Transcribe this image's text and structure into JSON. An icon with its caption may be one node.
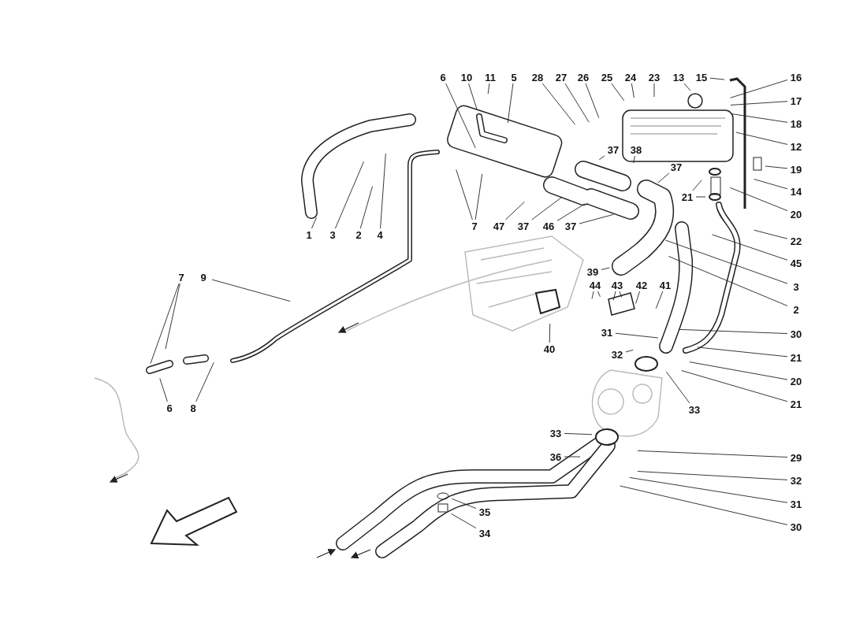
{
  "diagram": {
    "nodes": [
      {
        "text": [
          "6"
        ]
      },
      {
        "text": [
          "10"
        ]
      },
      {
        "text": [
          "11"
        ]
      },
      {
        "text": [
          "5"
        ]
      },
      {
        "text": [
          "28"
        ]
      },
      {
        "text": [
          "27"
        ]
      },
      {
        "text": [
          "26"
        ]
      },
      {
        "text": [
          "25"
        ]
      },
      {
        "text": [
          "24"
        ]
      },
      {
        "text": [
          "23"
        ]
      },
      {
        "text": [
          "13"
        ]
      },
      {
        "text": [
          "15"
        ]
      },
      {
        "text": [
          "16"
        ]
      },
      {
        "text": [
          "17"
        ]
      },
      {
        "text": [
          "18"
        ]
      },
      {
        "text": [
          "12"
        ]
      },
      {
        "text": [
          "37"
        ]
      },
      {
        "text": [
          "38"
        ]
      },
      {
        "text": [
          "37"
        ]
      },
      {
        "text": [
          "21"
        ]
      },
      {
        "text": [
          "19"
        ]
      },
      {
        "text": [
          "14"
        ]
      },
      {
        "text": [
          "20"
        ]
      },
      {
        "text": [
          "1"
        ]
      },
      {
        "text": [
          "3"
        ]
      },
      {
        "text": [
          "2"
        ]
      },
      {
        "text": [
          "4"
        ]
      },
      {
        "text": [
          "7"
        ]
      },
      {
        "text": [
          "47"
        ]
      },
      {
        "text": [
          "37"
        ]
      },
      {
        "text": [
          "46"
        ]
      },
      {
        "text": [
          "37"
        ]
      },
      {
        "text": [
          "22"
        ]
      },
      {
        "text": [
          "45"
        ]
      },
      {
        "text": [
          "3"
        ]
      },
      {
        "text": [
          "39"
        ]
      },
      {
        "text": [
          "2"
        ]
      },
      {
        "text": [
          "7"
        ]
      },
      {
        "text": [
          "9"
        ]
      },
      {
        "text": [
          "44"
        ]
      },
      {
        "text": [
          "43"
        ]
      },
      {
        "text": [
          "42"
        ]
      },
      {
        "text": [
          "41"
        ]
      },
      {
        "text": [
          "30"
        ]
      },
      {
        "text": [
          "31"
        ]
      },
      {
        "text": [
          "32"
        ]
      },
      {
        "text": [
          "40"
        ]
      },
      {
        "text": [
          "21"
        ]
      },
      {
        "text": [
          "20"
        ]
      },
      {
        "text": [
          "21"
        ]
      },
      {
        "text": [
          "33"
        ]
      },
      {
        "text": [
          "6"
        ]
      },
      {
        "text": [
          "8"
        ]
      },
      {
        "text": [
          "33"
        ]
      },
      {
        "text": [
          "36"
        ]
      },
      {
        "text": [
          "29"
        ]
      },
      {
        "text": [
          "32"
        ]
      },
      {
        "text": [
          "35"
        ]
      },
      {
        "text": [
          "31"
        ]
      },
      {
        "text": [
          "34"
        ]
      },
      {
        "text": [
          "30"
        ]
      }
    ],
    "edges": [
      {
        "from": 0,
        "to": null,
        "arrow": "none"
      },
      {
        "from": 1,
        "to": null,
        "arrow": "none"
      },
      {
        "from": 2,
        "to": null,
        "arrow": "none"
      },
      {
        "from": 3,
        "to": null,
        "arrow": "none"
      },
      {
        "from": 4,
        "to": null,
        "arrow": "none"
      },
      {
        "from": 5,
        "to": null,
        "arrow": "none"
      },
      {
        "from": 6,
        "to": null,
        "arrow": "none"
      },
      {
        "from": 7,
        "to": null,
        "arrow": "none"
      },
      {
        "from": 8,
        "to": null,
        "arrow": "none"
      },
      {
        "from": 9,
        "to": null,
        "arrow": "none"
      },
      {
        "from": 10,
        "to": null,
        "arrow": "none"
      },
      {
        "from": 11,
        "to": null,
        "arrow": "none"
      },
      {
        "from": 12,
        "to": null,
        "arrow": "none"
      },
      {
        "from": 13,
        "to": null,
        "arrow": "none"
      },
      {
        "from": 14,
        "to": null,
        "arrow": "none"
      },
      {
        "from": 15,
        "to": null,
        "arrow": "none"
      },
      {
        "from": 16,
        "to": null,
        "arrow": "none"
      },
      {
        "from": 17,
        "to": null,
        "arrow": "none"
      },
      {
        "from": 18,
        "to": null,
        "arrow": "none"
      },
      {
        "from": 19,
        "to": null,
        "arrow": "none"
      },
      {
        "from": 19,
        "to": null,
        "arrow": "none"
      },
      {
        "from": 20,
        "to": null,
        "arrow": "none"
      },
      {
        "from": 21,
        "to": null,
        "arrow": "none"
      },
      {
        "from": 22,
        "to": null,
        "arrow": "none"
      },
      {
        "from": 23,
        "to": null,
        "arrow": "none"
      },
      {
        "from": 24,
        "to": null,
        "arrow": "none"
      },
      {
        "from": 25,
        "to": null,
        "arrow": "none"
      },
      {
        "from": 26,
        "to": null,
        "arrow": "none"
      },
      {
        "from": 27,
        "to": null,
        "arrow": "none"
      },
      {
        "from": 27,
        "to": null,
        "arrow": "none"
      },
      {
        "from": 28,
        "to": null,
        "arrow": "none"
      },
      {
        "from": 29,
        "to": null,
        "arrow": "none"
      },
      {
        "from": 30,
        "to": null,
        "arrow": "none"
      },
      {
        "from": 31,
        "to": null,
        "arrow": "none"
      },
      {
        "from": 32,
        "to": null,
        "arrow": "none"
      },
      {
        "from": 33,
        "to": null,
        "arrow": "none"
      },
      {
        "from": 34,
        "to": null,
        "arrow": "none"
      },
      {
        "from": 35,
        "to": null,
        "arrow": "none"
      },
      {
        "from": 36,
        "to": null,
        "arrow": "none"
      },
      {
        "from": 37,
        "to": null,
        "arrow": "none"
      },
      {
        "from": 37,
        "to": null,
        "arrow": "none"
      },
      {
        "from": 38,
        "to": null,
        "arrow": "none"
      },
      {
        "from": 39,
        "to": null,
        "arrow": "none"
      },
      {
        "from": 39,
        "to": null,
        "arrow": "none"
      },
      {
        "from": 40,
        "to": null,
        "arrow": "none"
      },
      {
        "from": 40,
        "to": null,
        "arrow": "none"
      },
      {
        "from": 41,
        "to": null,
        "arrow": "none"
      },
      {
        "from": 42,
        "to": null,
        "arrow": "none"
      },
      {
        "from": 43,
        "to": null,
        "arrow": "none"
      },
      {
        "from": 44,
        "to": null,
        "arrow": "none"
      },
      {
        "from": 45,
        "to": null,
        "arrow": "none"
      },
      {
        "from": 46,
        "to": null,
        "arrow": "none"
      },
      {
        "from": 47,
        "to": null,
        "arrow": "none"
      },
      {
        "from": 48,
        "to": null,
        "arrow": "none"
      },
      {
        "from": 49,
        "to": null,
        "arrow": "none"
      },
      {
        "from": 50,
        "to": null,
        "arrow": "none"
      },
      {
        "from": 51,
        "to": null,
        "arrow": "none"
      },
      {
        "from": 52,
        "to": null,
        "arrow": "none"
      },
      {
        "from": 53,
        "to": null,
        "arrow": "none"
      },
      {
        "from": 54,
        "to": null,
        "arrow": "none"
      },
      {
        "from": 55,
        "to": null,
        "arrow": "none"
      },
      {
        "from": 56,
        "to": null,
        "arrow": "none"
      },
      {
        "from": 57,
        "to": null,
        "arrow": "none"
      },
      {
        "from": 58,
        "to": null,
        "arrow": "none"
      },
      {
        "from": 59,
        "to": null,
        "arrow": "none"
      },
      {
        "from": 60,
        "to": null,
        "arrow": "none"
      }
    ]
  }
}
